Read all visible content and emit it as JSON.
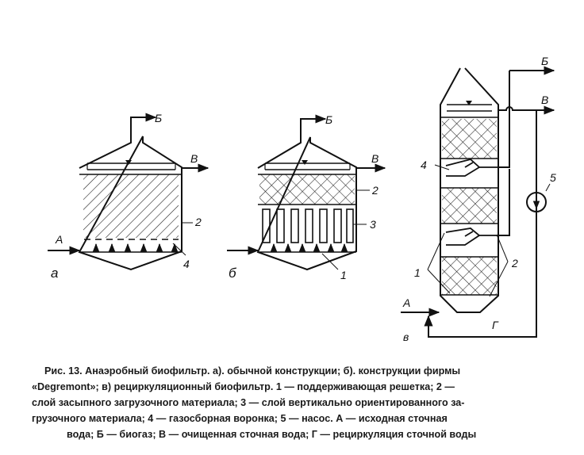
{
  "diagram": {
    "labels": {
      "B": "Б",
      "V": "В",
      "A": "А",
      "G": "Г",
      "n1": "1",
      "n2": "2",
      "n3": "3",
      "n4": "4",
      "n5": "5",
      "sub_a": "а",
      "sub_b": "б",
      "sub_v": "в"
    }
  },
  "caption": {
    "line1": "Рис. 13. Анаэробный биофильтр. а). обычной конструкции; б). конструкции фирмы",
    "line2": "«Degremont»; в) рециркуляционный биофильтр. 1 — поддерживающая решетка; 2 —",
    "line3": "слой засыпного загрузочного материала; 3 — слой вертикально ориентированного за-",
    "line4": "грузочного материала; 4 — газосборная воронка; 5 — насос. А — исходная сточная",
    "line5": "вода; Б — биогаз; В — очищенная сточная вода; Г — рециркуляция сточной воды"
  }
}
